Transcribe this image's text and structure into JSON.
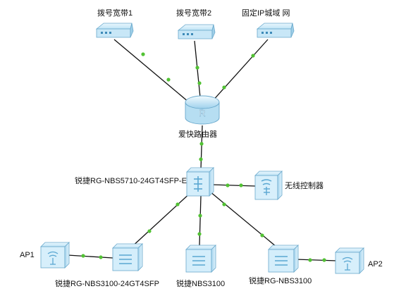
{
  "diagram": {
    "devices": {
      "modem1": "拨号宽带1",
      "modem2": "拨号宽带2",
      "modem3": "固定IP城域 网",
      "router": "爱快路由器",
      "core_switch": "锐捷RG-NBS5710-24GT4SFP-E",
      "wlc": "无线控制器",
      "ap1": "AP1",
      "switch_left": "锐捷RG-NBS3100-24GT4SFP",
      "switch_mid": "锐捷NBS3100",
      "switch_right": "锐捷RG-NBS3100",
      "ap2": "AP2"
    },
    "router_symbol": "R",
    "colors": {
      "link": "#111111",
      "connector": "#52c234",
      "device_fill": "#cfeaf8",
      "device_stroke": "#6aa9cc"
    }
  }
}
